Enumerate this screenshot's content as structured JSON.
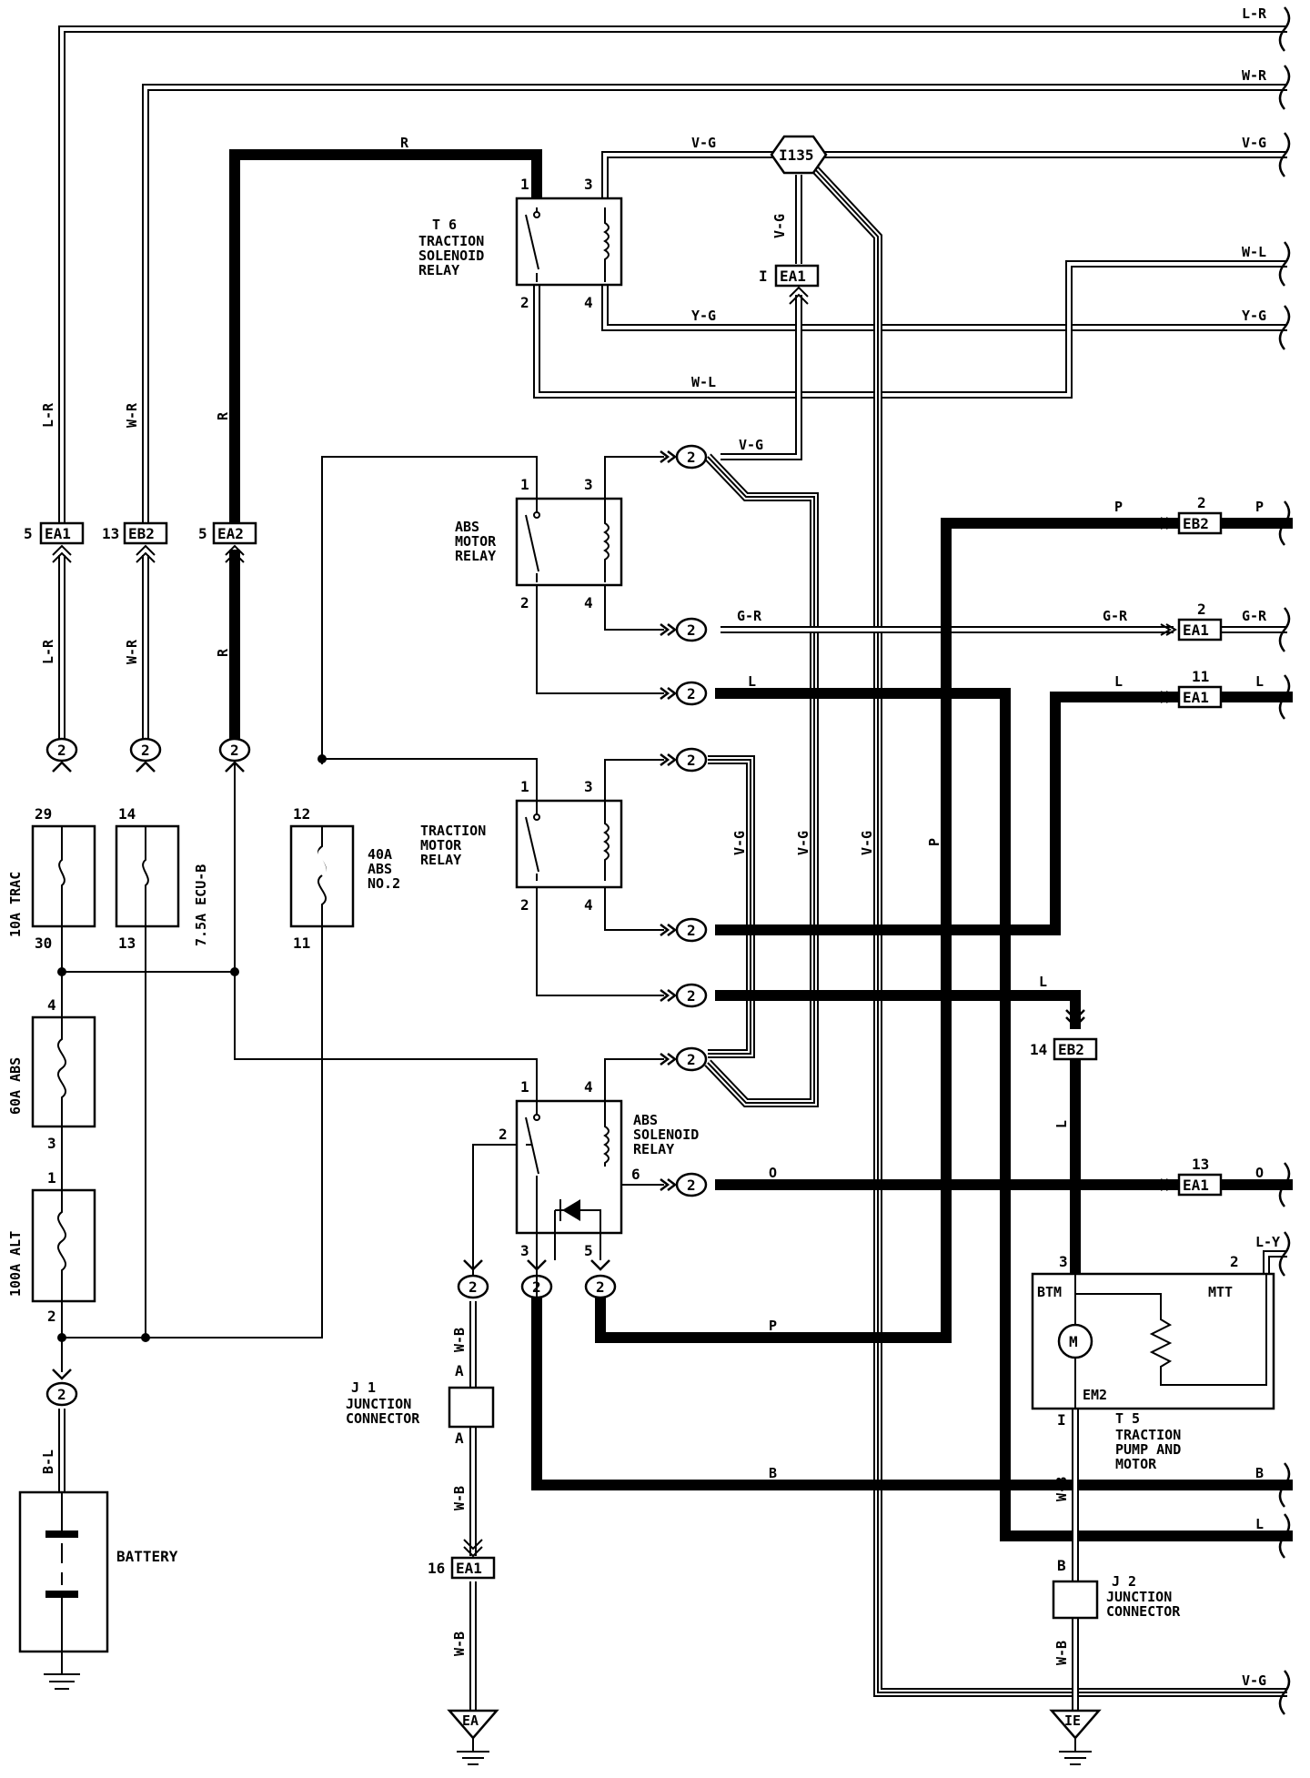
{
  "wire_colors": {
    "l_r": "L-R",
    "w_r": "W-R",
    "v_g": "V-G",
    "w_l": "W-L",
    "y_g": "Y-G",
    "r": "R",
    "p": "P",
    "g_r": "G-R",
    "l": "L",
    "o": "O",
    "b": "B",
    "l_y": "L-Y",
    "w_b": "W-B",
    "b_l": "B-L"
  },
  "connectors": {
    "ea1": "EA1",
    "eb2": "EB2",
    "ea2": "EA2",
    "i135": "I135",
    "two": "2",
    "ea": "EA",
    "ie": "IE"
  },
  "components": {
    "t6": {
      "name": "T 6",
      "line1": "TRACTION",
      "line2": "SOLENOID",
      "line3": "RELAY"
    },
    "abs_motor": {
      "line1": "ABS",
      "line2": "MOTOR",
      "line3": "RELAY"
    },
    "trac_motor": {
      "line1": "TRACTION",
      "line2": "MOTOR",
      "line3": "RELAY"
    },
    "abs_sol": {
      "line1": "ABS",
      "line2": "SOLENOID",
      "line3": "RELAY"
    },
    "fuse_trac": "10A TRAC",
    "fuse_ecu": "7.5A ECU-B",
    "fuse_abs2": {
      "line1": "40A",
      "line2": "ABS",
      "line3": "NO.2"
    },
    "fuse_abs": "60A ABS",
    "fuse_alt": "100A ALT",
    "battery": "BATTERY",
    "j1": {
      "name": "J 1",
      "line1": "JUNCTION",
      "line2": "CONNECTOR"
    },
    "j2": {
      "name": "J 2",
      "line1": "JUNCTION",
      "line2": "CONNECTOR"
    },
    "t5": {
      "name": "T 5",
      "line1": "TRACTION",
      "line2": "PUMP AND",
      "line3": "MOTOR"
    },
    "btm": "BTM",
    "mtt": "MTT",
    "em2": "EM2",
    "motor_m": "M"
  },
  "pins": {
    "p1": "1",
    "p2": "2",
    "p3": "3",
    "p4": "4",
    "p5": "5",
    "p6": "6",
    "p11": "11",
    "p12": "12",
    "p13": "13",
    "p14": "14",
    "p16": "16",
    "p29": "29",
    "p30": "30",
    "pa": "A",
    "pb": "B",
    "pi": "I"
  }
}
